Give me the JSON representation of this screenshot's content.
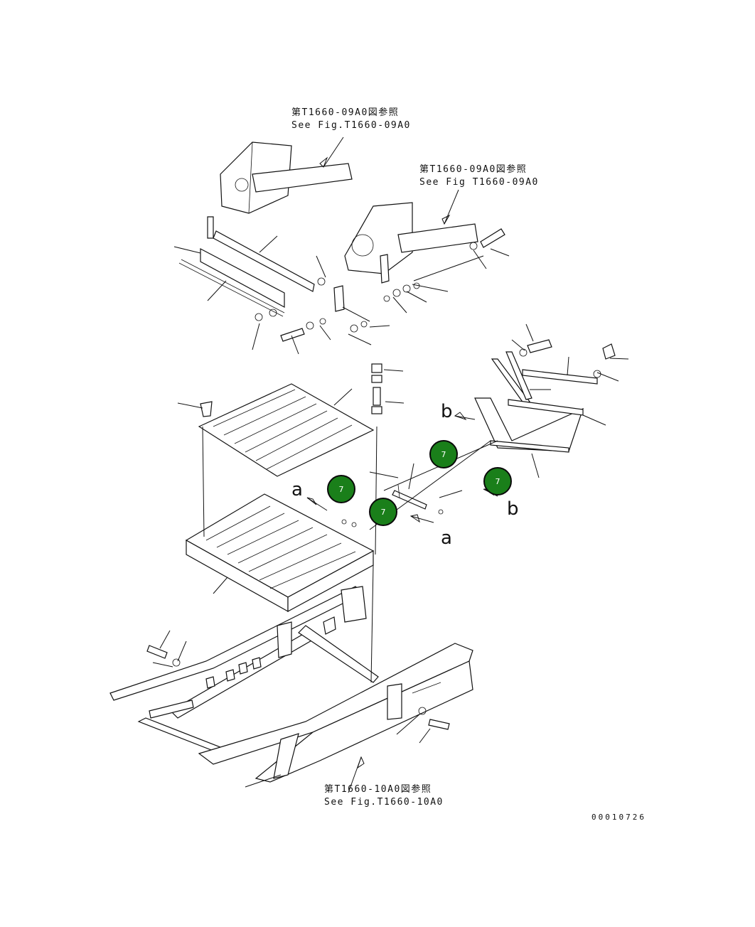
{
  "references": {
    "top_left": {
      "jp": "第T1660-09A0図参照",
      "en": "See Fig.T1660-09A0"
    },
    "top_right": {
      "jp": "第T1660-09A0図参照",
      "en": "See Fig T1660-09A0"
    },
    "bottom": {
      "jp": "第T1660-10A0図参照",
      "en": "See Fig.T1660-10A0"
    }
  },
  "view_markers": {
    "a1": "a",
    "a2": "a",
    "b1": "b",
    "b2": "b"
  },
  "callouts": [
    "7",
    "7",
    "7",
    "7"
  ],
  "callout_color": "#1a7f1a",
  "drawing_number": "00010726"
}
